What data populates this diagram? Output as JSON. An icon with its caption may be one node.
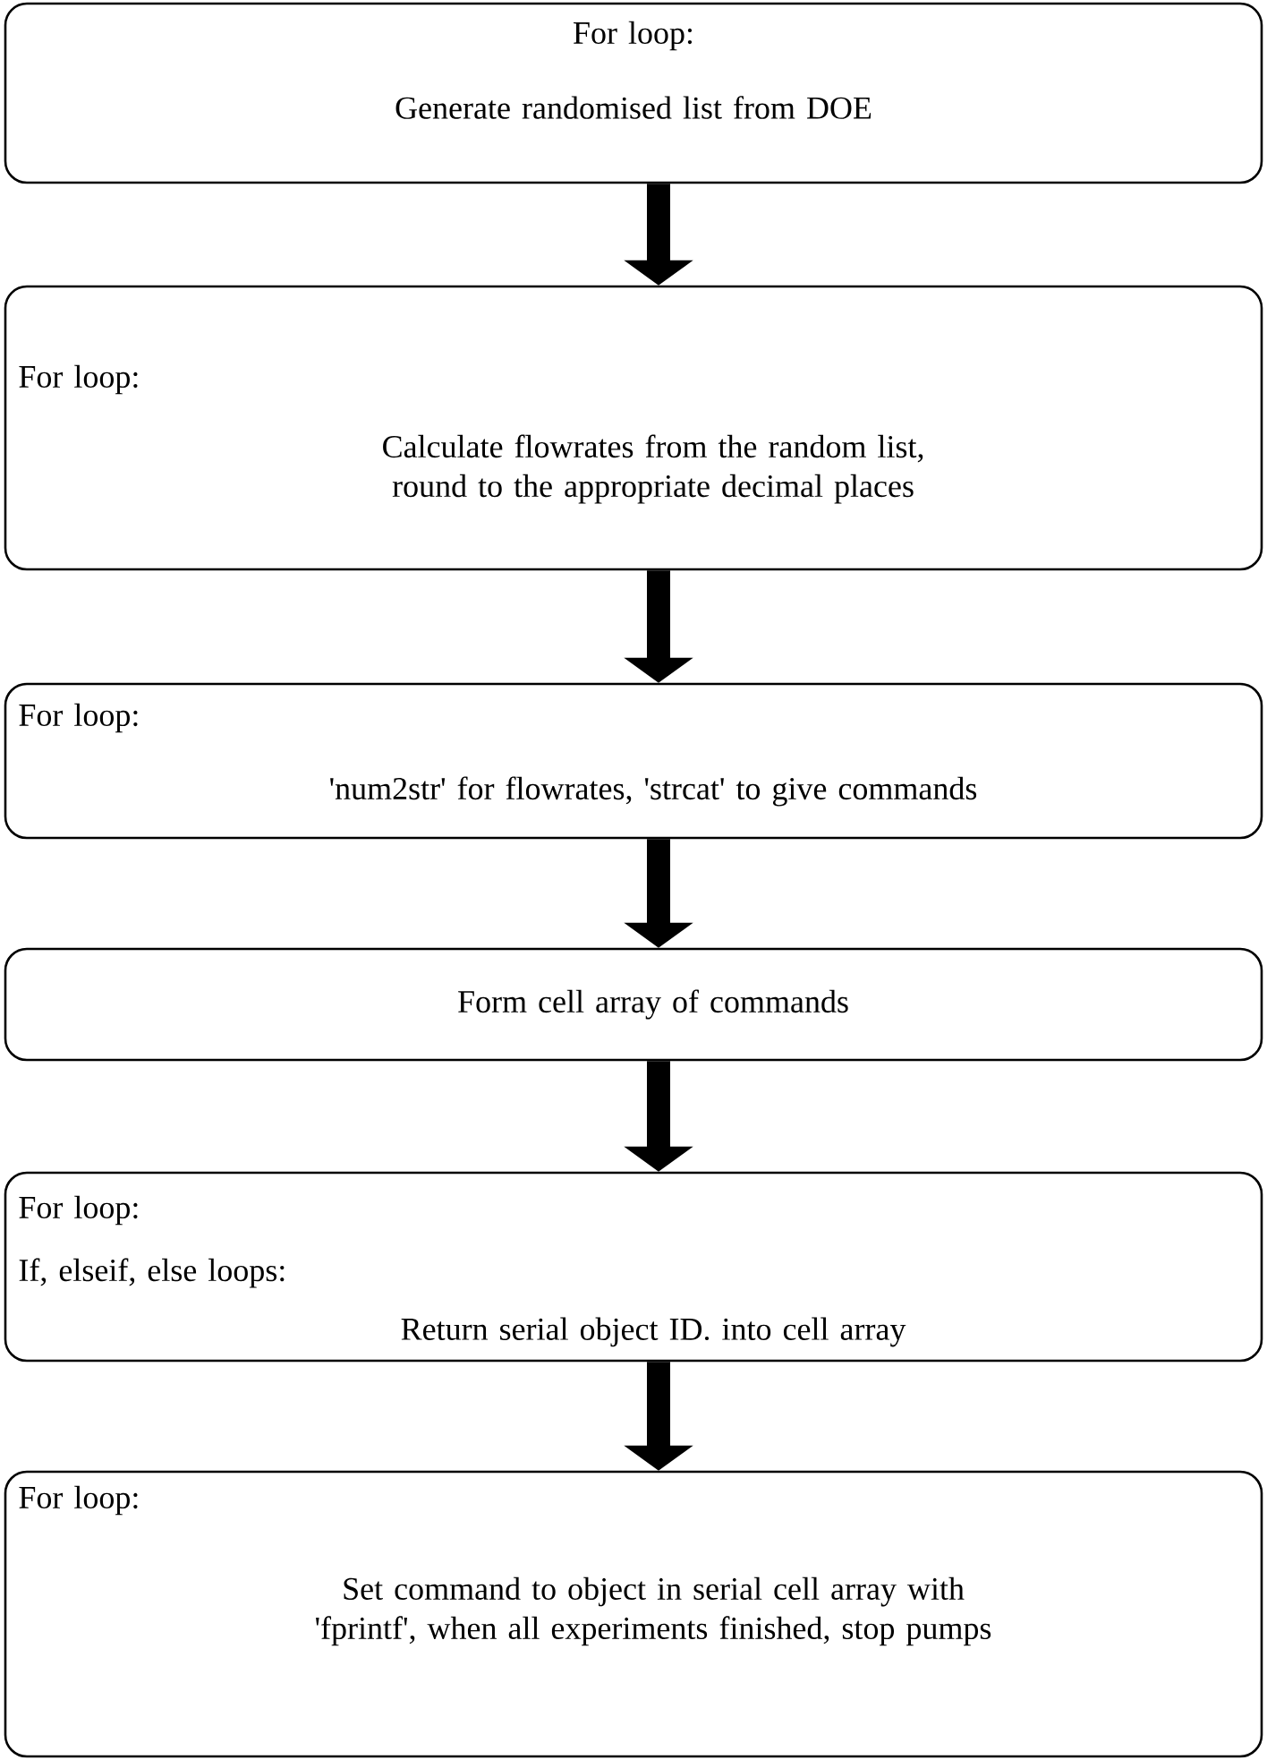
{
  "diagram": {
    "nodes": [
      {
        "text": [
          "For loop:",
          "Generate randomised list from DOE"
        ]
      },
      {
        "text": [
          "For loop:",
          "Calculate flowrates from the random list, round to the appropriate decimal places"
        ]
      },
      {
        "text": [
          "For loop:",
          "'num2str' for flowrates, 'strcat' to give commands"
        ]
      },
      {
        "text": [
          "Form cell array of commands"
        ]
      },
      {
        "text": [
          "For loop:",
          "If, elseif, else loops:",
          "Return serial object ID. into cell array"
        ]
      },
      {
        "text": [
          "For loop:",
          "Set command to object in serial cell array with 'fprintf', when all experiments finished, stop pumps"
        ]
      }
    ],
    "edges": [
      {
        "from": 0,
        "to": 1,
        "arrow": "to"
      },
      {
        "from": 1,
        "to": 2,
        "arrow": "to"
      },
      {
        "from": 2,
        "to": 3,
        "arrow": "to"
      },
      {
        "from": 3,
        "to": 4,
        "arrow": "to"
      },
      {
        "from": 4,
        "to": 5,
        "arrow": "to"
      }
    ]
  }
}
